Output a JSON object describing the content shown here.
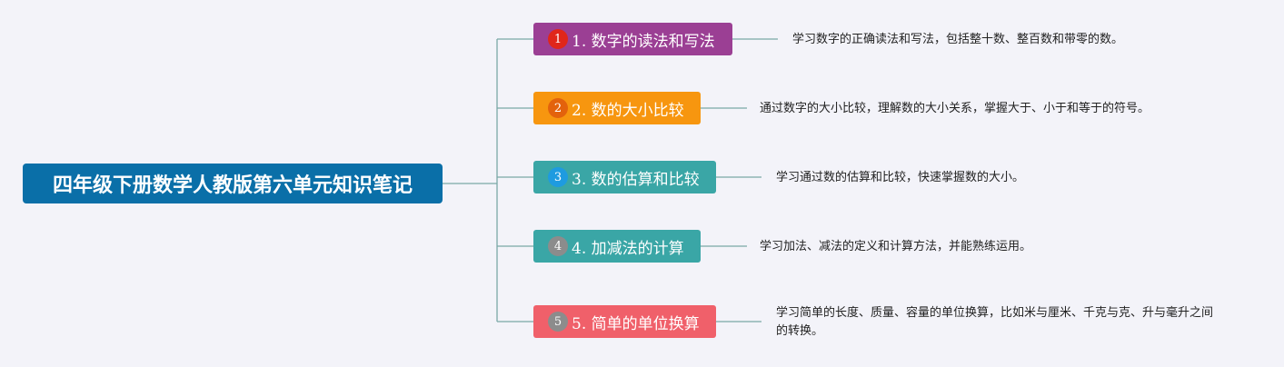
{
  "root": {
    "title": "四年级下册数学人教版第六单元知识笔记",
    "color": "#0a6fa8"
  },
  "topics": [
    {
      "badge": "1",
      "title": "1. 数字的读法和写法",
      "color": "#9b3f94",
      "badge_color": "#e0261a",
      "note": "学习数字的正确读法和写法，包括整十数、整百数和带零的数。"
    },
    {
      "badge": "2",
      "title": "2. 数的大小比较",
      "color": "#f7960f",
      "badge_color": "#e3620c",
      "note": "通过数字的大小比较，理解数的大小关系，掌握大于、小于和等于的符号。"
    },
    {
      "badge": "3",
      "title": "3. 数的估算和比较",
      "color": "#3aa6a6",
      "badge_color": "#1e9be0",
      "note": "学习通过数的估算和比较，快速掌握数的大小。"
    },
    {
      "badge": "4",
      "title": "4. 加减法的计算",
      "color": "#3aa6a6",
      "badge_color": "#8c8c8c",
      "note": "学习加法、减法的定义和计算方法，并能熟练运用。"
    },
    {
      "badge": "5",
      "title": "5. 简单的单位换算",
      "color": "#f0606a",
      "badge_color": "#8c8c8c",
      "note": "学习简单的长度、质量、容量的单位换算，比如米与厘米、千克与克、升与毫升之间的转换。"
    }
  ],
  "line_color": "#7aa9a6"
}
